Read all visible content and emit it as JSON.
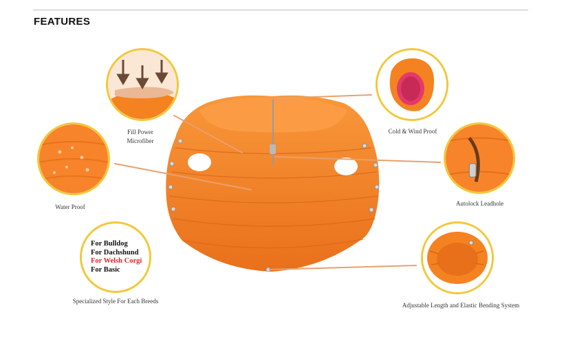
{
  "heading": "FEATURES",
  "features": {
    "fill_power": {
      "line1": "Fill Power",
      "line2": "Microfiber",
      "icon": "down-arrows-hand-icon"
    },
    "water_proof": {
      "label": "Water Proof",
      "icon": "water-droplets-icon"
    },
    "cold_wind": {
      "label": "Cold & Wind Proof",
      "icon": "hood-icon"
    },
    "autolock": {
      "label": "Autolock Leadhole",
      "icon": "zipper-icon"
    },
    "adjustable": {
      "label": "Adjustable Length and Elastic Bending System",
      "icon": "elastic-hem-icon"
    },
    "specialized": {
      "label": "Specialized Style For Each Breeds",
      "breeds": [
        "For Bulldog",
        "For Dachshund",
        "For Welsh Corgi",
        "For Basic"
      ],
      "highlight_color": "#e02424"
    }
  },
  "colors": {
    "accent_ring": "#f2c83a",
    "jacket": "#f58220",
    "pointer": "#e7a06e"
  }
}
